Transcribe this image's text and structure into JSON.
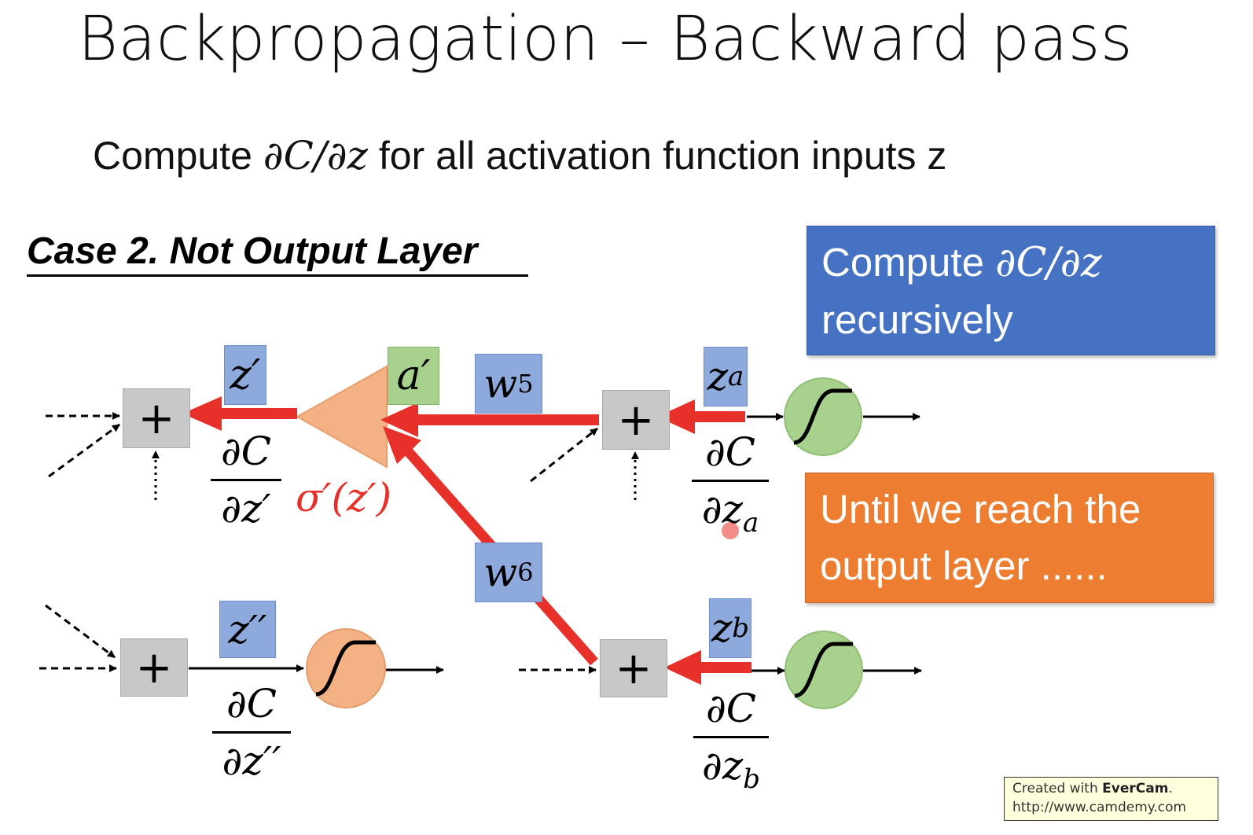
{
  "slide": {
    "title": "Backpropagation – Backward pass",
    "subtitle_prefix": "Compute ",
    "subtitle_math": "∂C/∂z",
    "subtitle_suffix": " for all activation function inputs z",
    "case_heading": "Case 2. Not Output Layer"
  },
  "callouts": {
    "blue_prefix": "Compute ",
    "blue_math": "∂C/∂z",
    "blue_line2": "recursively",
    "orange_line1": "Until we reach the",
    "orange_line2": "output layer ......"
  },
  "diagram": {
    "plus": "+",
    "z_prime": "z′",
    "a_prime": "a′",
    "w5": "w",
    "w5_sub": "5",
    "w6": "w",
    "w6_sub": "6",
    "za": "z",
    "za_sub": "a",
    "zb": "z",
    "zb_sub": "b",
    "z_double_prime": "z′′",
    "sigma_prime": "σ′(z′)",
    "frac_z_prime": {
      "num": "∂C",
      "den": "∂z′"
    },
    "frac_z_double_prime": {
      "num": "∂C",
      "den": "∂z′′"
    },
    "frac_za": {
      "num": "∂C",
      "den": "∂z",
      "den_sub": "a"
    },
    "frac_zb": {
      "num": "∂C",
      "den": "∂z",
      "den_sub": "b"
    }
  },
  "colors": {
    "arrow_red": "#e8302a",
    "node_gray": "#c8c8c8",
    "sigmoid_green": "#a9d18e",
    "sigmoid_salmon": "#f4b183",
    "callout_blue": "#4672c4",
    "callout_orange": "#ec7d31"
  },
  "watermark": {
    "line1_prefix": "Created with ",
    "line1_brand": "EverCam",
    "line1_suffix": ".",
    "line2": "http://www.camdemy.com"
  }
}
